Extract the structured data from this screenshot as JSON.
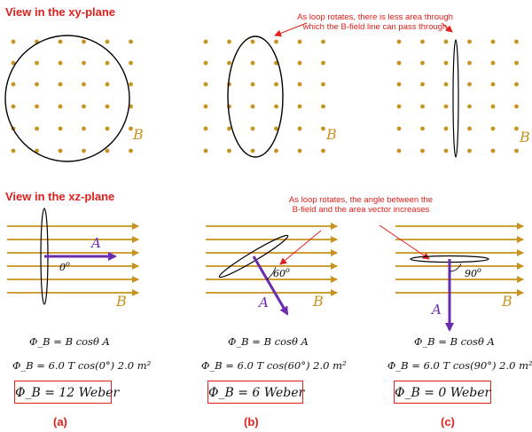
{
  "titles": {
    "xy": "View in the xy-plane",
    "xz": "View in the xz-plane"
  },
  "notes": {
    "area": "As loop rotates, there is less area through which the B-field line can pass through",
    "angle": "As loop rotates, the angle between the B-field and the area vector increases"
  },
  "symbols": {
    "field": "B",
    "area_vector": "A"
  },
  "panels": [
    {
      "id": "a",
      "label": "(a)",
      "angle_label": "0",
      "equation_general": "Φ_B = B cosθ A",
      "equation_numeric": "Φ_B = 6.0 T cos(0°) 2.0 m²",
      "result": "Φ_B = 12 Weber"
    },
    {
      "id": "b",
      "label": "(b)",
      "angle_label": "60",
      "equation_general": "Φ_B = B cosθ A",
      "equation_numeric": "Φ_B = 6.0 T cos(60°) 2.0 m²",
      "result": "Φ_B = 6 Weber"
    },
    {
      "id": "c",
      "label": "(c)",
      "angle_label": "90",
      "equation_general": "Φ_B = B cosθ A",
      "equation_numeric": "Φ_B = 6.0 T cos(90°) 2.0 m²",
      "result": "Φ_B = 0 Weber"
    }
  ],
  "colors": {
    "title": "#e0201b",
    "field": "#c8921e",
    "area_vector": "#6a2bb0",
    "loop": "#000000"
  }
}
